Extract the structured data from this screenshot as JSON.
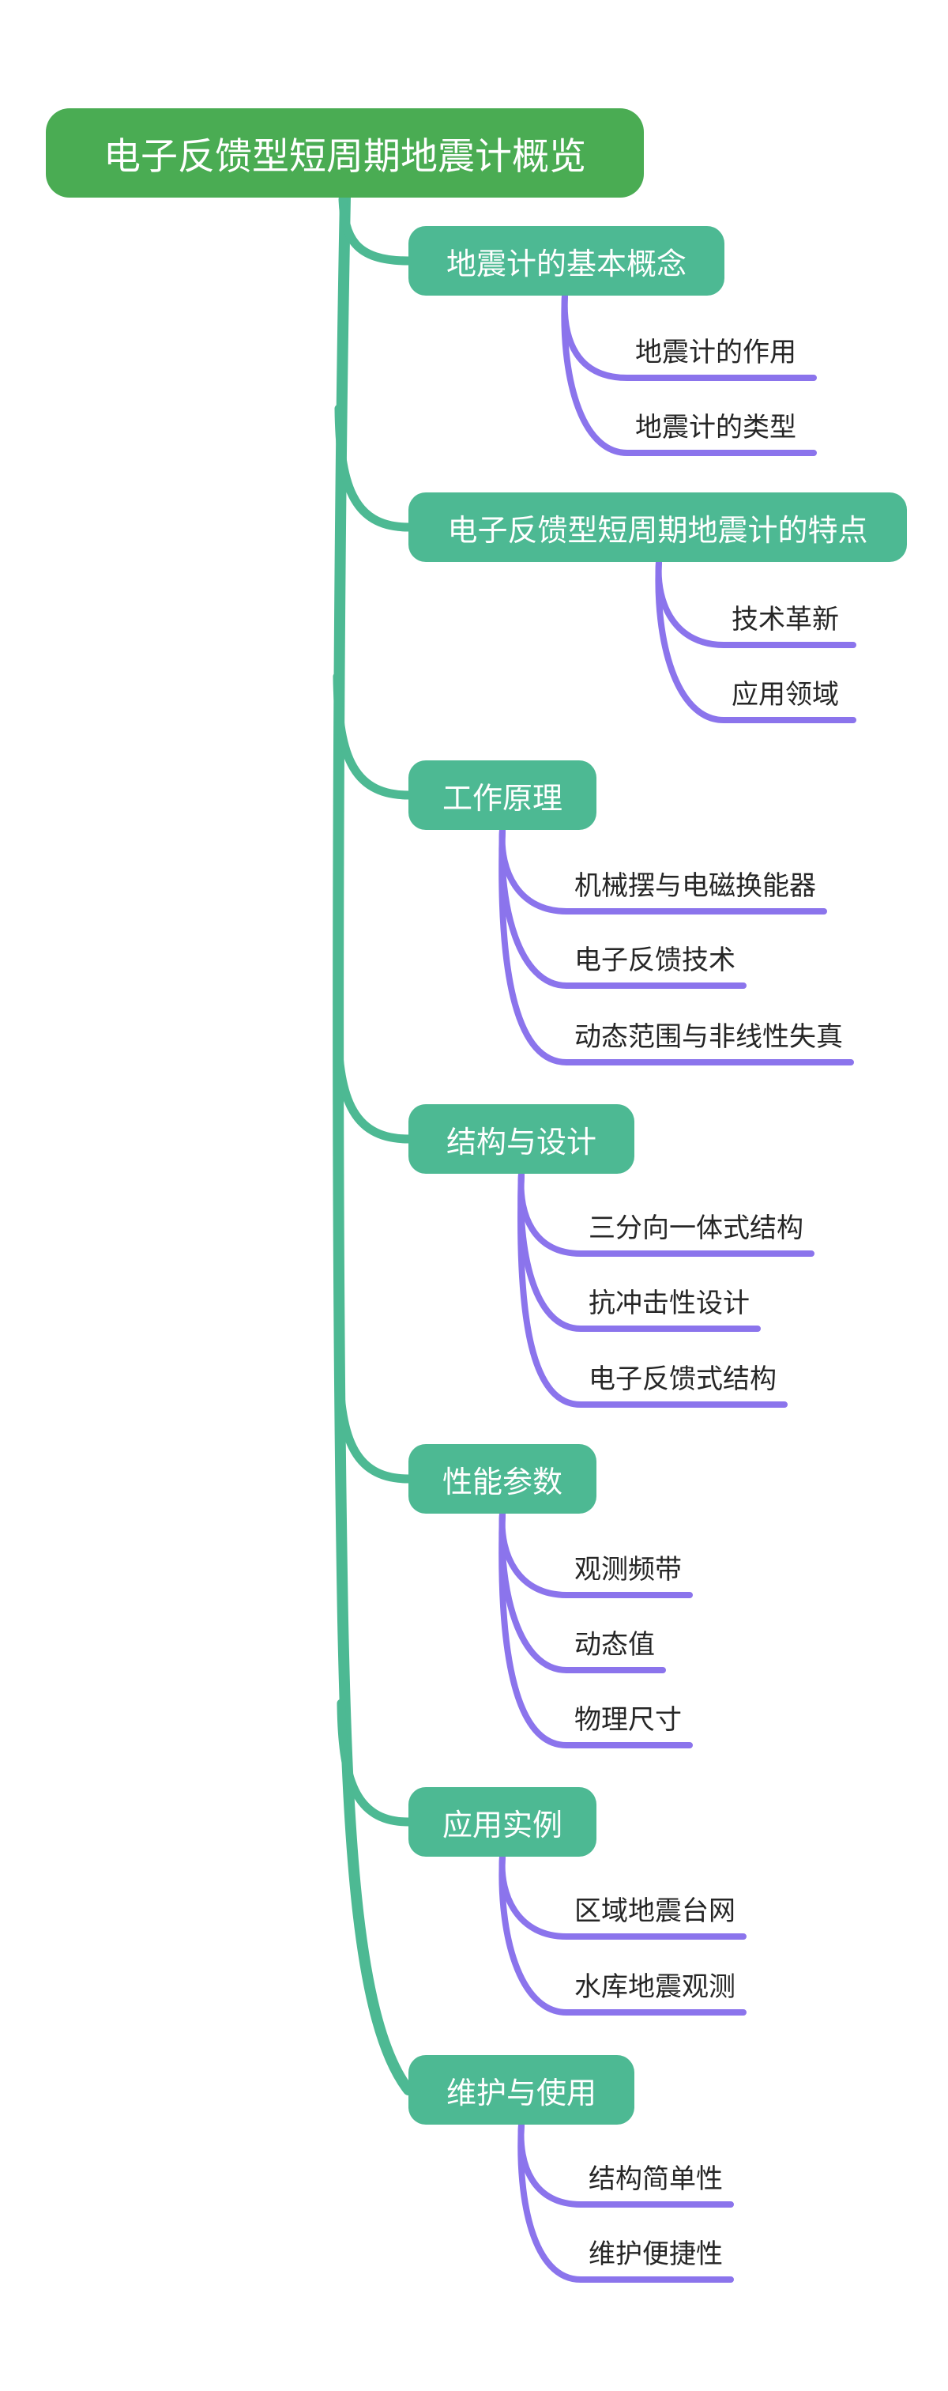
{
  "mindmap": {
    "root": "电子反馈型短周期地震计概览",
    "branches": [
      {
        "label": "地震计的基本概念",
        "children": [
          "地震计的作用",
          "地震计的类型"
        ]
      },
      {
        "label": "电子反馈型短周期地震计的特点",
        "children": [
          "技术革新",
          "应用领域"
        ]
      },
      {
        "label": "工作原理",
        "children": [
          "机械摆与电磁换能器",
          "电子反馈技术",
          "动态范围与非线性失真"
        ]
      },
      {
        "label": "结构与设计",
        "children": [
          "三分向一体式结构",
          "抗冲击性设计",
          "电子反馈式结构"
        ]
      },
      {
        "label": "性能参数",
        "children": [
          "观测频带",
          "动态值",
          "物理尺寸"
        ]
      },
      {
        "label": "应用实例",
        "children": [
          "区域地震台网",
          "水库地震观测"
        ]
      },
      {
        "label": "维护与使用",
        "children": [
          "结构简单性",
          "维护便捷性"
        ]
      }
    ]
  },
  "colors": {
    "background": "#ffffff",
    "root_fill": "#4aac53",
    "branch_fill": "#4db993",
    "connector_purple": "#8b74ec",
    "node_text": "#ffffff",
    "leaf_text": "#262626"
  }
}
